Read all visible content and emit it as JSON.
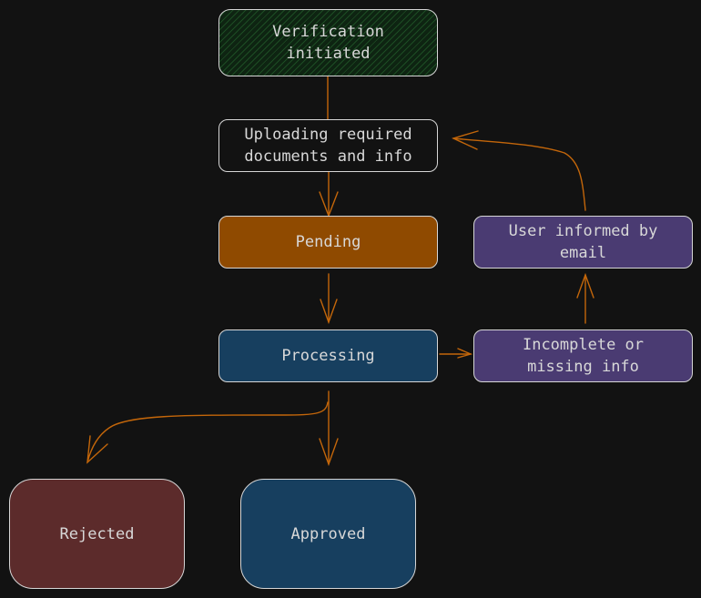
{
  "diagram": {
    "type": "flowchart",
    "colors": {
      "background": "#121212",
      "edge": "#c3660a",
      "border": "#d6d6d6",
      "text": "#d8d8d8",
      "start": "#0e2412",
      "neutral": "#121212",
      "pending": "#8f4a00",
      "processing": "#173f5f",
      "side": "#4a3b72",
      "rejected": "#5c2b2b",
      "approved": "#173f5f"
    },
    "nodes": [
      {
        "id": "verification-initiated",
        "label": "Verification\n initiated"
      },
      {
        "id": "uploading",
        "label": "Uploading required\n documents and info"
      },
      {
        "id": "pending",
        "label": "Pending"
      },
      {
        "id": "processing",
        "label": "Processing"
      },
      {
        "id": "incomplete",
        "label": "Incomplete or\n missing info"
      },
      {
        "id": "user-informed",
        "label": "User informed by\n email"
      },
      {
        "id": "rejected",
        "label": "Rejected"
      },
      {
        "id": "approved",
        "label": "Approved"
      }
    ],
    "edges": [
      {
        "from": "verification-initiated",
        "to": "uploading",
        "arrow": false
      },
      {
        "from": "uploading",
        "to": "pending",
        "arrow": true
      },
      {
        "from": "pending",
        "to": "processing",
        "arrow": true
      },
      {
        "from": "processing",
        "to": "incomplete",
        "arrow": true
      },
      {
        "from": "incomplete",
        "to": "user-informed",
        "arrow": true
      },
      {
        "from": "user-informed",
        "to": "uploading",
        "arrow": true
      },
      {
        "from": "processing",
        "to": "rejected",
        "arrow": true
      },
      {
        "from": "processing",
        "to": "approved",
        "arrow": true
      }
    ]
  }
}
